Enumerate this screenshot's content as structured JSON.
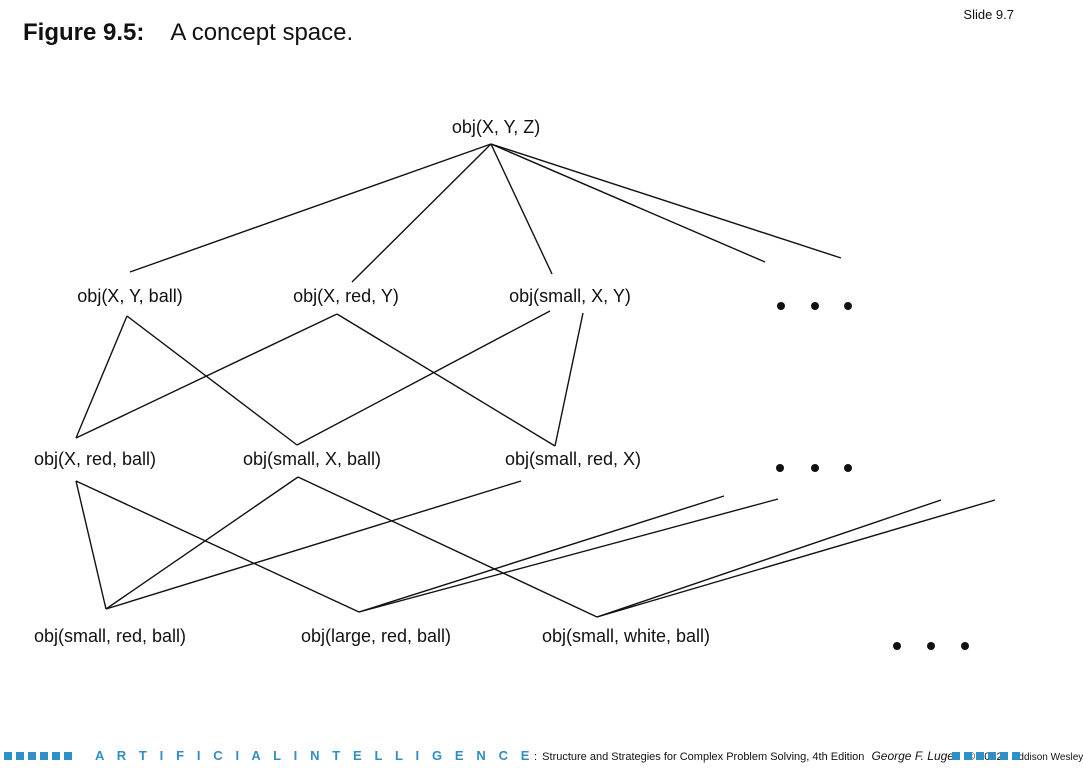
{
  "slide_label": "Slide 9.7",
  "title": {
    "label": "Figure 9.5:",
    "text": "A concept space."
  },
  "nodes": {
    "root": "obj(X, Y, Z)",
    "l1": [
      "obj(X, Y, ball)",
      "obj(X, red, Y)",
      "obj(small, X, Y)"
    ],
    "l2": [
      "obj(X, red, ball)",
      "obj(small, X, ball)",
      "obj(small, red, X)"
    ],
    "l3": [
      "obj(small, red, ball)",
      "obj(large, red, ball)",
      "obj(small, white, ball)"
    ]
  },
  "footer": {
    "ai": "A R T I F I C I A L  I N T E L L I G E N C E",
    "colon": ":",
    "book": "Structure and Strategies for Complex Problem Solving, 4th Edition",
    "author": "George F. Luger",
    "year": "© 2002",
    "publisher": "Addison Wesley",
    "accent_color": "#2f8fc7"
  }
}
